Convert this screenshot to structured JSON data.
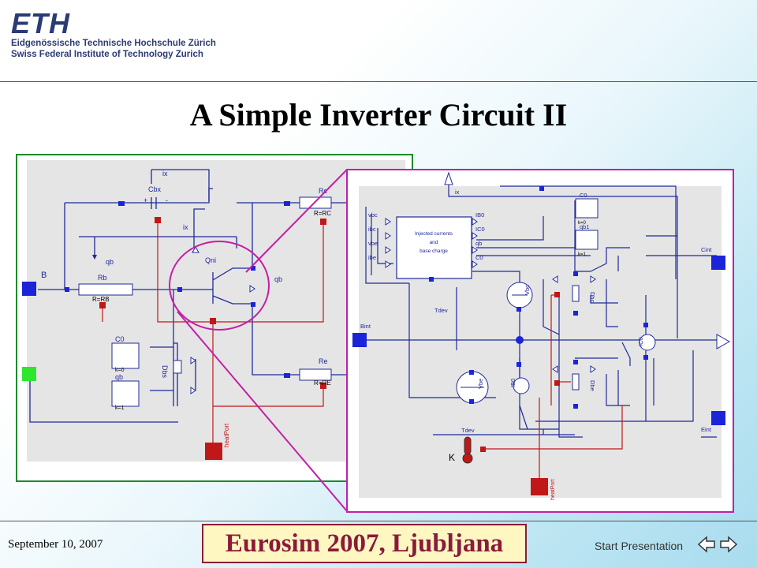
{
  "logo": {
    "mark": "ETH",
    "line1": "Eidgenössische Technische Hochschule Zürich",
    "line2": "Swiss Federal Institute of Technology Zurich"
  },
  "slide": {
    "title": "A Simple Inverter Circuit II"
  },
  "left_diagram": {
    "pin_b": "B",
    "ix_top": "ix",
    "ix_mid": "ix",
    "cbx": "Cbx",
    "cbx_plus": "+",
    "cbx_minus": "-",
    "rc": "Rc",
    "rc_value": "R=RC",
    "qb_left": "qb",
    "qb_right": "qb",
    "qni": "Qni",
    "rb": "Rb",
    "rb_value": "R=RB",
    "c0": "C0",
    "k0": "k=0",
    "qb_src": "qb",
    "k1": "k=1",
    "dbs": "Dbs",
    "re": "Re",
    "re_value": "R=RE",
    "heatport": "heatPort"
  },
  "right_diagram": {
    "ix": "ix",
    "block_line1": "Injected currents",
    "block_line2": "and",
    "block_line3": "base charge",
    "in_vbc": "vbc",
    "in_ibc": "ibc",
    "in_vbe": "vbe",
    "in_ibe": "ibe",
    "out_ib0": "IB0",
    "out_ic0": "IC0",
    "out_qb": "qb",
    "out_c0": "C0",
    "c0": "C0",
    "k0": "k=0",
    "qb1": "qb1",
    "k1": "k=1",
    "cint": "Cint",
    "bint": "Bint",
    "eint": "Eint",
    "vbc": "Vbc",
    "vbe": "Vbe",
    "dbc": "Dbc",
    "dbe": "Dbe",
    "ib0": "IB0",
    "ic0": "IC0",
    "tdev": "Tdev",
    "tdev_sensor": "Tdev",
    "k": "K",
    "heatport": "heatPort"
  },
  "footer": {
    "date": "September 10, 2007",
    "conference": "Eurosim 2007, Ljubljana",
    "start": "Start Presentation"
  }
}
